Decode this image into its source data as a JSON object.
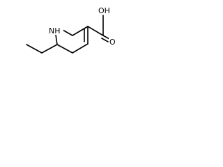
{
  "molecule": {
    "atoms": {
      "carboxyl_oh": "OH",
      "carbonyl_o": "O",
      "ring_n": "NH"
    }
  }
}
